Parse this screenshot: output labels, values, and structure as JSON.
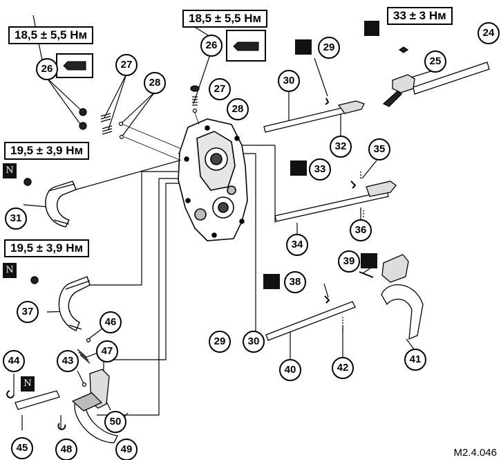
{
  "torque_labels": {
    "t_top_left": "18,5 ± 5,5 Нм",
    "t_top_center": "18,5 ± 5,5 Нм",
    "t_top_right": "33 ± 3 Нм",
    "t_mid_left": "19,5 ± 3,9 Нм",
    "t_lower_left": "19,5 ± 3,9 Нм"
  },
  "n_marker": "N",
  "figure_code": "M2.4.046",
  "callouts": {
    "c26a": "26",
    "c27a": "27",
    "c28a": "28",
    "c26b": "26",
    "c27b": "27",
    "c28b": "28",
    "c24": "24",
    "c25": "25",
    "c29a": "29",
    "c30a": "30",
    "c32": "32",
    "c33": "33",
    "c35": "35",
    "c36": "36",
    "c34": "34",
    "c31": "31",
    "c37": "37",
    "c38": "38",
    "c39": "39",
    "c46": "46",
    "c47": "47",
    "c43": "43",
    "c44": "44",
    "c29b": "29",
    "c30b": "30",
    "c40": "40",
    "c42": "42",
    "c41": "41",
    "c50": "50",
    "c45": "45",
    "c48": "48",
    "c49": "49"
  }
}
